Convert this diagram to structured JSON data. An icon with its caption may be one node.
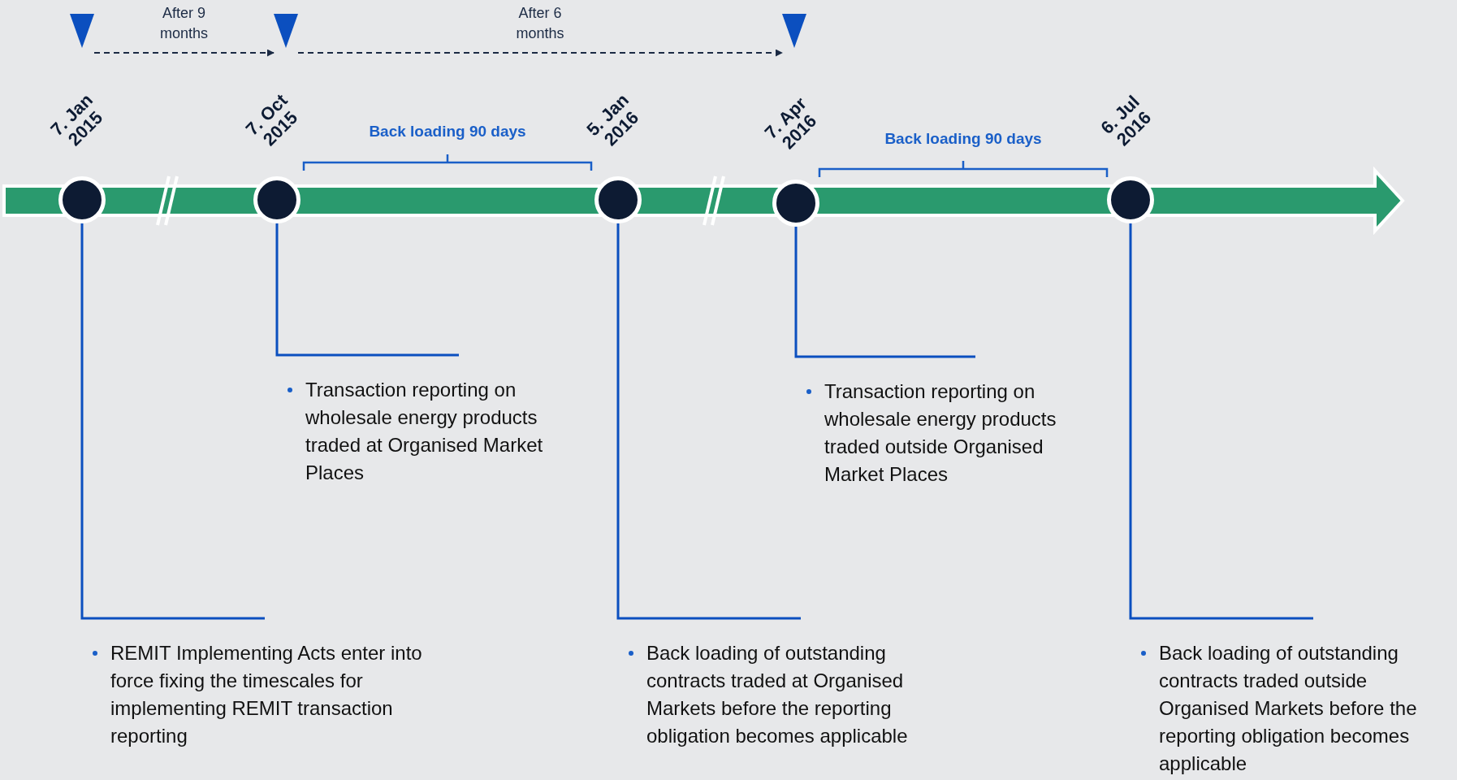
{
  "diagram": {
    "nodes": [
      {
        "text": [],
        "shape": "triangle"
      },
      {
        "text": [],
        "shape": "triangle"
      },
      {
        "text": [],
        "shape": "triangle"
      },
      {
        "text": [],
        "shape": "circle",
        "beside": [
          "7. Jan 2015"
        ]
      },
      {
        "text": [],
        "shape": "circle",
        "beside": [
          "7. Oct 2015"
        ]
      },
      {
        "text": [],
        "shape": "circle",
        "beside": [
          "5. Jan 2016"
        ]
      },
      {
        "text": [],
        "shape": "circle",
        "beside": [
          "7. Apr 2016"
        ]
      },
      {
        "text": [],
        "shape": "circle",
        "beside": [
          "6. Jul 2016"
        ]
      },
      {
        "text": [
          "REMIT Implementing Acts enter into force fixing the timescales for implementing REMIT transaction reporting"
        ]
      },
      {
        "text": [
          "Transaction reporting on wholesale energy products traded at Organised Market Places"
        ]
      },
      {
        "text": [
          "Back loading of outstanding contracts traded at Organised Markets before the reporting obligation becomes applicable"
        ]
      },
      {
        "text": [
          "Transaction reporting on wholesale energy products traded outside Organised Market Places"
        ]
      },
      {
        "text": [
          "Back loading of outstanding contracts traded outside Organised Markets before the reporting obligation becomes applicable"
        ]
      }
    ],
    "edges": [
      {
        "from": 0,
        "to": 1,
        "arrow": "to",
        "style": "dashed",
        "color": "#1b2a44",
        "label": "After 9 months"
      },
      {
        "from": 1,
        "to": 2,
        "arrow": "to",
        "style": "dashed",
        "color": "#1b2a44",
        "label": "After 6 months"
      },
      {
        "from": 3,
        "to": 8,
        "arrow": "none"
      },
      {
        "from": 4,
        "to": 9,
        "arrow": "none"
      },
      {
        "from": 5,
        "to": 10,
        "arrow": "none"
      },
      {
        "from": 6,
        "to": 11,
        "arrow": "none"
      },
      {
        "from": 7,
        "to": 12,
        "arrow": "none"
      }
    ],
    "labels": [
      "Back loading 90 days",
      "Back loading 90 days"
    ]
  }
}
